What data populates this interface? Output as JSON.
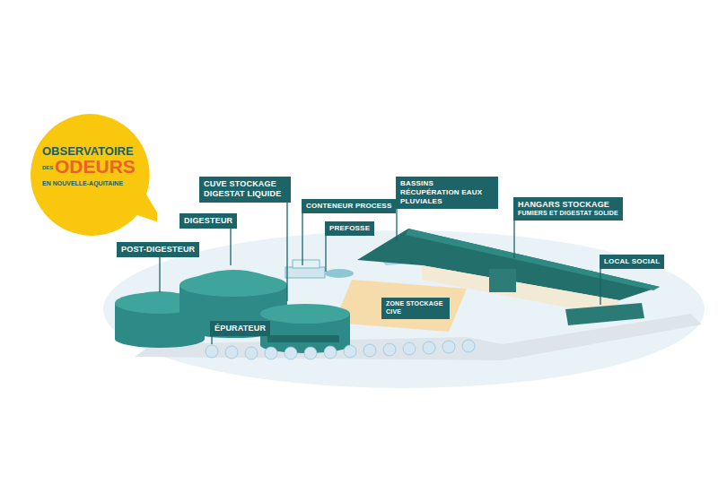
{
  "diagram": {
    "nodes": [
      {
        "text": [
          "OBSERVATOIRE",
          "DES",
          "ODEURS",
          "EN NOUVELLE-AQUITAINE"
        ]
      },
      {
        "text": [
          "CUVE STOCKAGE DIGESTAT LIQUIDE"
        ]
      },
      {
        "text": [
          "BASSINS RÉCUPÉRATION EAUX PLUVIALES"
        ]
      },
      {
        "text": [
          "CONTENEUR PROCESS"
        ]
      },
      {
        "text": [
          "HANGARS STOCKAGE",
          "FUMIERS ET DIGESTAT SOLIDE"
        ]
      },
      {
        "text": [
          "DIGESTEUR"
        ]
      },
      {
        "text": [
          "PREFOSSE"
        ]
      },
      {
        "text": [
          "POST-DIGESTEUR"
        ]
      },
      {
        "text": [
          "LOCAL SOCIAL"
        ]
      },
      {
        "text": [
          "ZONE STOCKAGE CIVE"
        ]
      },
      {
        "text": [
          "ÉPURATEUR"
        ]
      }
    ],
    "edges": []
  }
}
